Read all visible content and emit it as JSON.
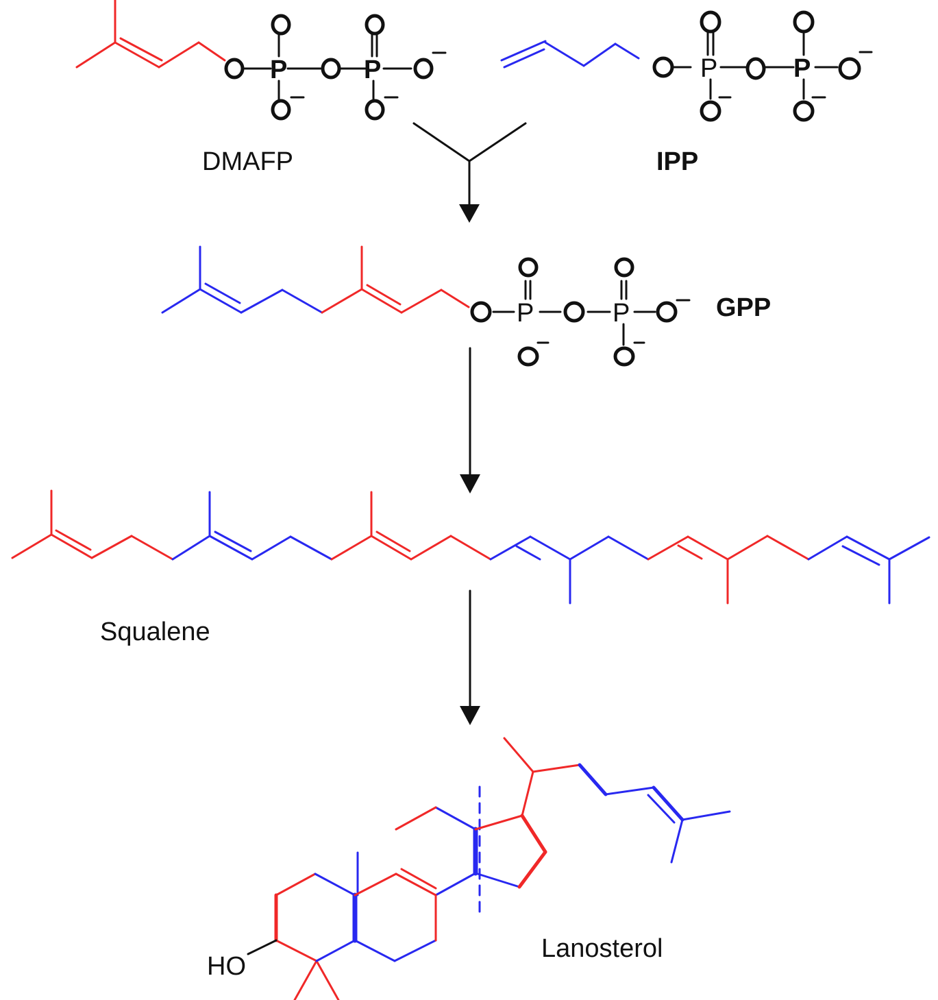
{
  "diagram": {
    "type": "biosynthesis-pathway",
    "colors": {
      "dmapp_unit": "#f02828",
      "ipp_unit": "#2828f0",
      "phosphate": "#111111",
      "arrow": "#111111"
    },
    "molecules": [
      {
        "id": "dmapp",
        "label": "DMAFP"
      },
      {
        "id": "ipp",
        "label": "IPP"
      },
      {
        "id": "gpp",
        "label": "GPP"
      },
      {
        "id": "squalene",
        "label": "Squalene"
      },
      {
        "id": "lanosterol",
        "label": "Lanosterol"
      }
    ],
    "atoms": {
      "oxygen": "O",
      "phosphorus": "P",
      "hydroxyl": "HO",
      "minus": "−"
    },
    "steps": [
      {
        "from": [
          "DMAFP",
          "IPP"
        ],
        "to": "GPP"
      },
      {
        "from": [
          "GPP"
        ],
        "to": "Squalene"
      },
      {
        "from": [
          "Squalene"
        ],
        "to": "Lanosterol"
      }
    ]
  }
}
